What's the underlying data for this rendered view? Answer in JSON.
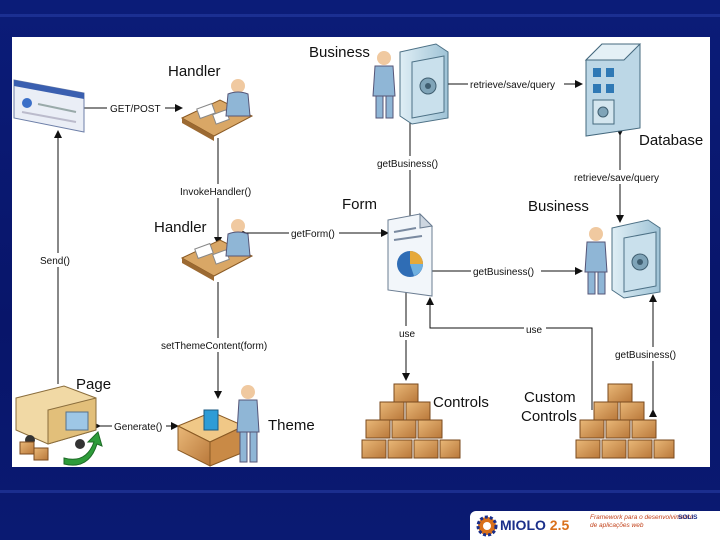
{
  "nodes": {
    "business_top": "Business",
    "handler_top": "Handler",
    "database": "Database",
    "handler_mid": "Handler",
    "form": "Form",
    "business_mid": "Business",
    "page": "Page",
    "theme": "Theme",
    "controls": "Controls",
    "custom_controls_line1": "Custom",
    "custom_controls_line2": "Controls"
  },
  "edges": {
    "get_post": "GET/POST",
    "retrieve_top": "retrieve/save/query",
    "get_business_top": "getBusiness()",
    "retrieve_right": "retrieve/save/query",
    "invoke_handler": "InvokeHandler()",
    "get_form": "getForm()",
    "send": "Send()",
    "get_business_mid": "getBusiness()",
    "use_left": "use",
    "use_right": "use",
    "set_theme_content": "setThemeContent(form)",
    "get_business_bottom": "getBusiness()",
    "generate": "Generate()"
  },
  "footer": {
    "logo_name": "MIOLO",
    "logo_version": "2.5",
    "tagline_line1": "Framework para o desenvolvimento",
    "tagline_line2": "de aplicações web",
    "brand": "SOLIS"
  },
  "colors": {
    "background": "#0a1a6e",
    "accent": "#d9701a",
    "logo": "#1a2f8a"
  }
}
